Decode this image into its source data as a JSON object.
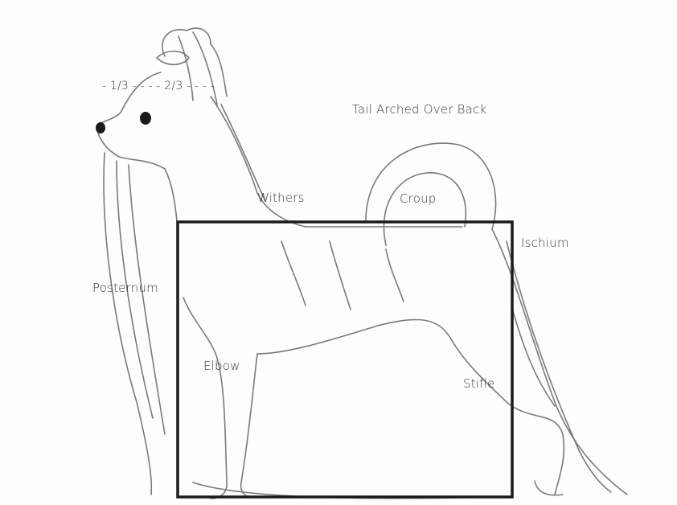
{
  "labels": {
    "head_ratio": "- 1/3 - - - - 2/3 - - - -",
    "tail": "Tail Arched Over Back",
    "withers": "Withers",
    "croup": "Croup",
    "ischium": "Ischium",
    "posternum": "Posternum",
    "elbow": "Elbow",
    "stifle": "Stifle"
  },
  "colors": {
    "line": "#6b6b6b",
    "box": "#1a1a1a",
    "text": "#3a3a3a"
  }
}
